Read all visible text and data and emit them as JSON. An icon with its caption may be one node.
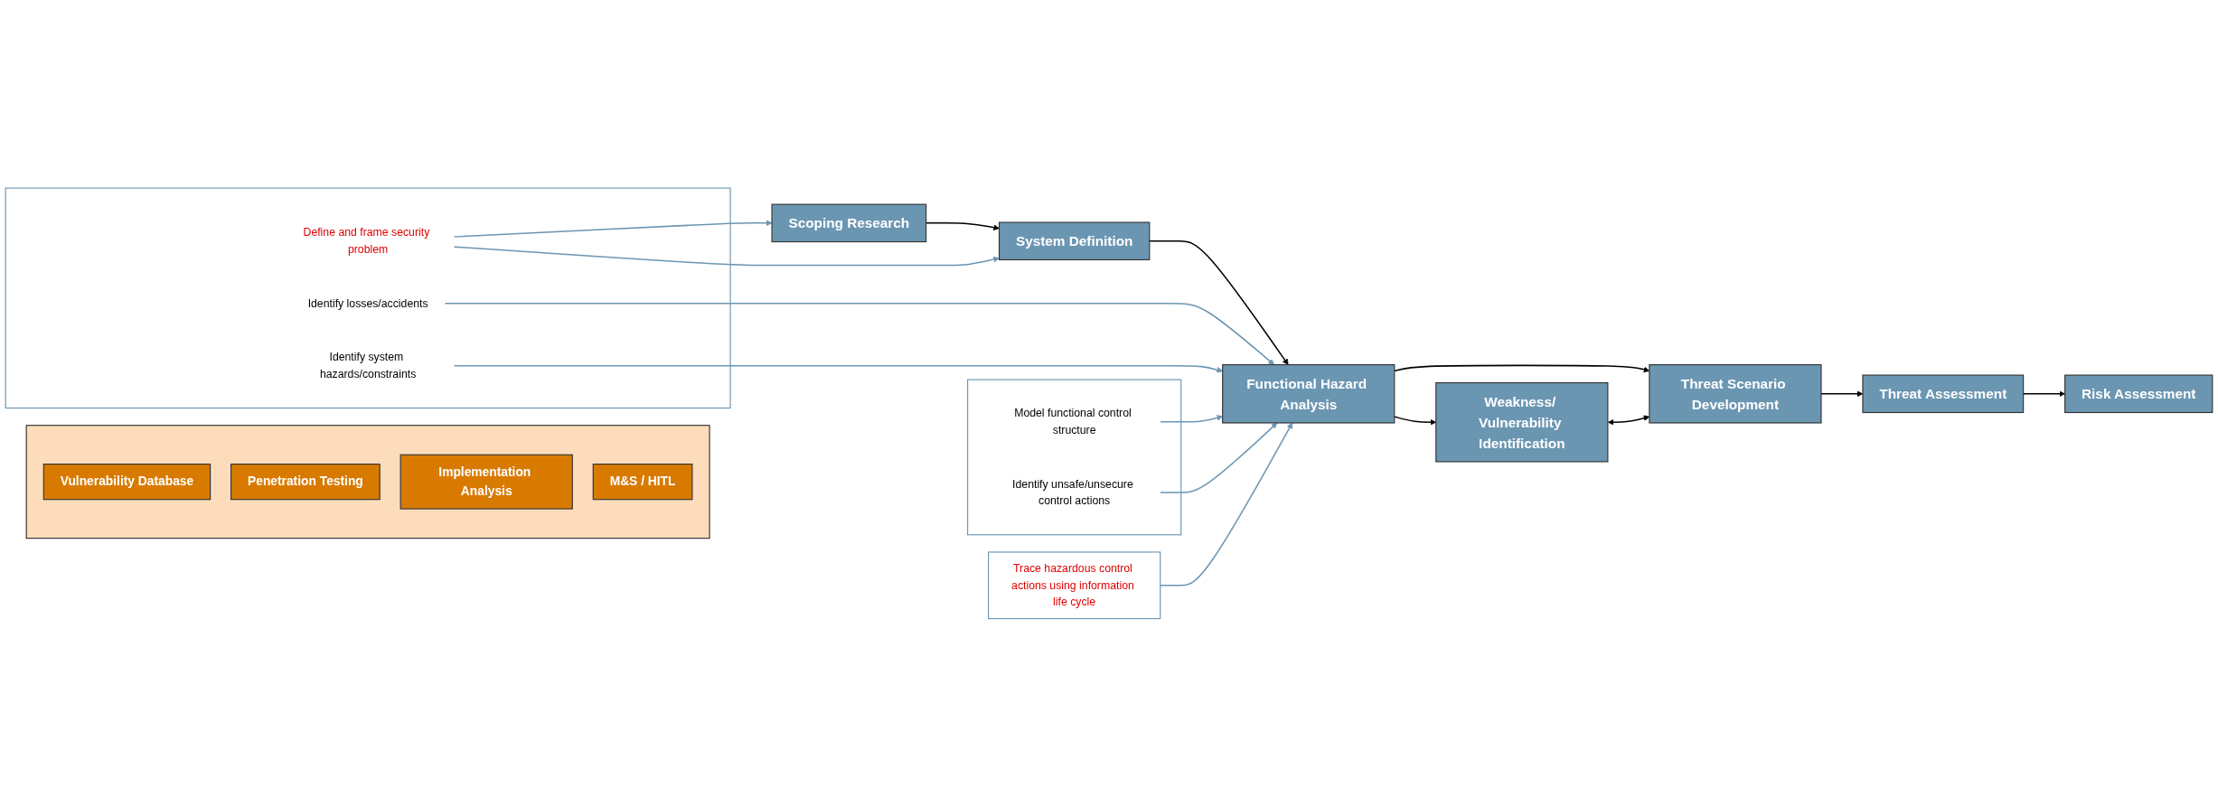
{
  "diagram": {
    "nodes": [
      {
        "text": [
          "Scoping Research"
        ]
      },
      {
        "text": [
          "System Definition"
        ]
      },
      {
        "text": [
          "Functional Hazard Analysis"
        ]
      },
      {
        "text": [
          "Weakness/ Vulnerability Identification"
        ]
      },
      {
        "text": [
          "Threat Scenario Development"
        ]
      },
      {
        "text": [
          "Threat Assessment"
        ]
      },
      {
        "text": [
          "Risk Assessment"
        ]
      },
      {
        "text": [],
        "shape": "box"
      },
      {
        "text": [
          "Vulnerability Database"
        ],
        "in": 7
      },
      {
        "text": [
          "Penetration Testing"
        ],
        "in": 7
      },
      {
        "text": [
          "Implementation Analysis"
        ],
        "in": 7
      },
      {
        "text": [
          "M&S / HITL"
        ],
        "in": 7
      },
      {
        "text": [],
        "shape": "box"
      },
      {
        "text": [
          "Define and frame security problem"
        ],
        "in": 12
      },
      {
        "text": [
          "Identify losses/accidents"
        ],
        "in": 12
      },
      {
        "text": [
          "Identify system hazards/constraints"
        ],
        "in": 12
      },
      {
        "text": [],
        "shape": "box"
      },
      {
        "text": [
          "Model functional control structure"
        ],
        "in": 16
      },
      {
        "text": [
          "Identify unsafe/unsecure control actions"
        ],
        "in": 16
      },
      {
        "text": [
          "Trace hazardous control actions using information life cycle"
        ]
      }
    ],
    "edges": [
      {
        "from": 0,
        "to": 1,
        "arrow": "to"
      },
      {
        "from": 1,
        "to": 2,
        "arrow": "to"
      },
      {
        "from": 2,
        "to": 3,
        "arrow": "to"
      },
      {
        "from": 2,
        "to": 4,
        "arrow": "to"
      },
      {
        "from": 3,
        "to": 4,
        "arrow": "both"
      },
      {
        "from": 4,
        "to": 5,
        "arrow": "to"
      },
      {
        "from": 5,
        "to": 6,
        "arrow": "to"
      },
      {
        "from": 13,
        "to": 0,
        "arrow": "to",
        "color": "#6b96b2"
      },
      {
        "from": 13,
        "to": 1,
        "arrow": "to",
        "color": "#6b96b2"
      },
      {
        "from": 14,
        "to": 2,
        "arrow": "to",
        "color": "#6b96b2"
      },
      {
        "from": 15,
        "to": 2,
        "arrow": "to",
        "color": "#6b96b2"
      },
      {
        "from": 17,
        "to": 2,
        "arrow": "to",
        "color": "#6b96b2"
      },
      {
        "from": 18,
        "to": 2,
        "arrow": "to",
        "color": "#6b96b2"
      },
      {
        "from": 19,
        "to": 2,
        "arrow": "to",
        "color": "#6b96b2"
      }
    ]
  }
}
